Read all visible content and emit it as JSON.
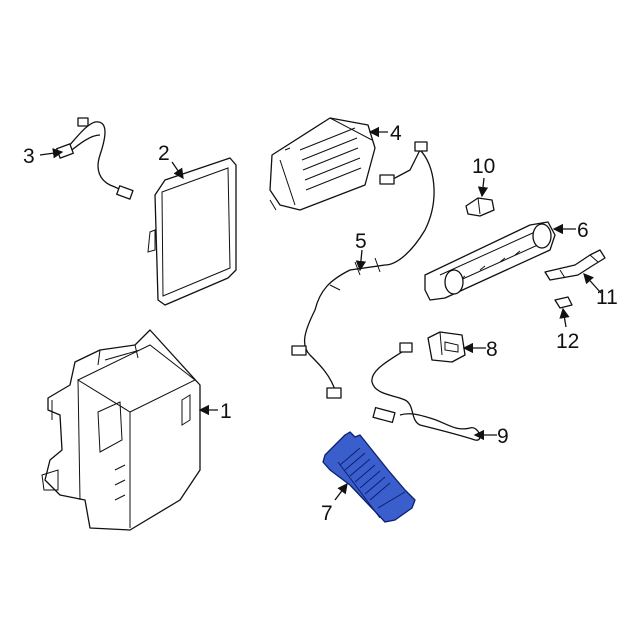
{
  "callouts": [
    {
      "number": "1"
    },
    {
      "number": "2"
    },
    {
      "number": "3"
    },
    {
      "number": "4"
    },
    {
      "number": "5"
    },
    {
      "number": "6"
    },
    {
      "number": "7"
    },
    {
      "number": "8"
    },
    {
      "number": "9"
    },
    {
      "number": "10"
    },
    {
      "number": "11"
    },
    {
      "number": "12"
    }
  ],
  "colors": {
    "highlight": "#3a5fcd",
    "highlight_stroke": "#0d1f6e",
    "line": "#111111"
  }
}
